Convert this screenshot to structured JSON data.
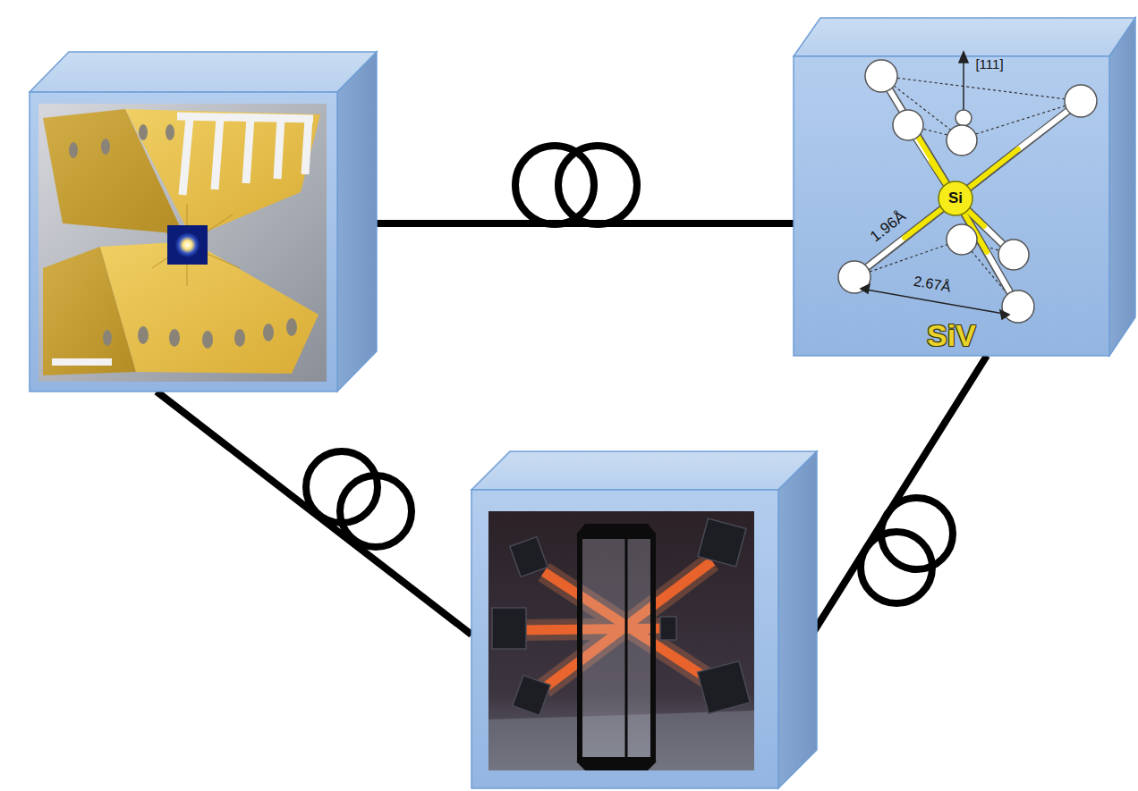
{
  "diagram": {
    "nodes": [
      {
        "text": []
      },
      {
        "text": [
          "SiV"
        ]
      },
      {
        "text": []
      }
    ],
    "edges": [
      {
        "from": 0,
        "to": 1,
        "arrow": "none"
      },
      {
        "from": 0,
        "to": 2,
        "arrow": "none"
      },
      {
        "from": 1,
        "to": 2,
        "arrow": "none"
      }
    ],
    "labels": [
      "[111]",
      "Si",
      "1.96Å",
      "2.67Å"
    ]
  }
}
